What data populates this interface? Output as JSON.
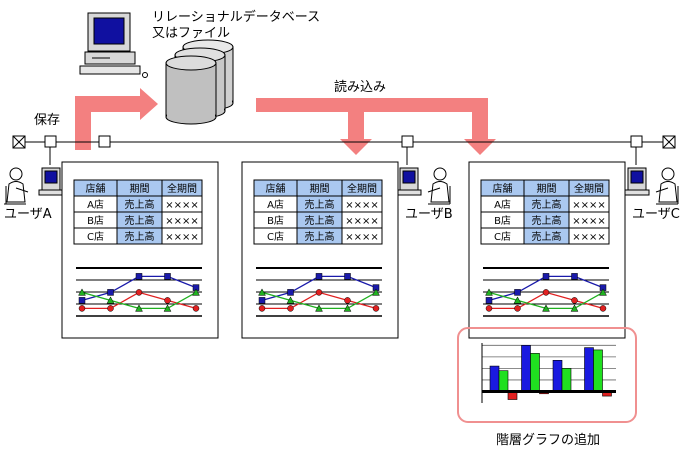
{
  "labels": {
    "database_line1": "リレーショナルデータベース",
    "database_line2": "又はファイル",
    "save": "保存",
    "load": "読み込み",
    "user_a": "ユーザA",
    "user_b": "ユーザB",
    "user_c": "ユーザC",
    "add_hierarchy_graph": "階層グラフの追加"
  },
  "table": {
    "headers": [
      "店舗",
      "期間",
      "全期間"
    ],
    "rows": [
      [
        "A店",
        "売上高",
        "××××"
      ],
      [
        "B店",
        "売上高",
        "××××"
      ],
      [
        "C店",
        "売上高",
        "××××"
      ]
    ]
  },
  "line_chart": {
    "series": [
      {
        "marker": "square",
        "color": "#1a1aaa",
        "values": [
          1.0,
          2.0,
          4.0,
          4.0,
          2.6
        ]
      },
      {
        "marker": "circle",
        "color": "#e02020",
        "values": [
          0.0,
          0.0,
          2.0,
          1.0,
          0.0
        ]
      },
      {
        "marker": "triangle",
        "color": "#20b020",
        "values": [
          2.0,
          1.0,
          0.0,
          0.0,
          2.0
        ]
      }
    ]
  },
  "bar_chart": {
    "groups": [
      [
        {
          "value": 2.2,
          "color": "#1a1ae0"
        },
        {
          "value": 1.8,
          "color": "#20e020"
        },
        {
          "value": -0.7,
          "color": "#e02020"
        }
      ],
      [
        {
          "value": 4.0,
          "color": "#1a1ae0"
        },
        {
          "value": 3.3,
          "color": "#20e020"
        },
        {
          "value": -0.2,
          "color": "#e02020"
        }
      ],
      [
        {
          "value": 2.7,
          "color": "#1a1ae0"
        },
        {
          "value": 2.0,
          "color": "#20e020"
        },
        {
          "value": -0.1,
          "color": "#e02020"
        }
      ],
      [
        {
          "value": 3.8,
          "color": "#1a1ae0"
        },
        {
          "value": 3.6,
          "color": "#20e020"
        },
        {
          "value": -0.4,
          "color": "#e02020"
        }
      ]
    ]
  },
  "colors": {
    "arrow": "#f38080",
    "header_cell": "#aac8f0",
    "period_cell": "#aac8f0",
    "highlight_border": "#f09090"
  }
}
